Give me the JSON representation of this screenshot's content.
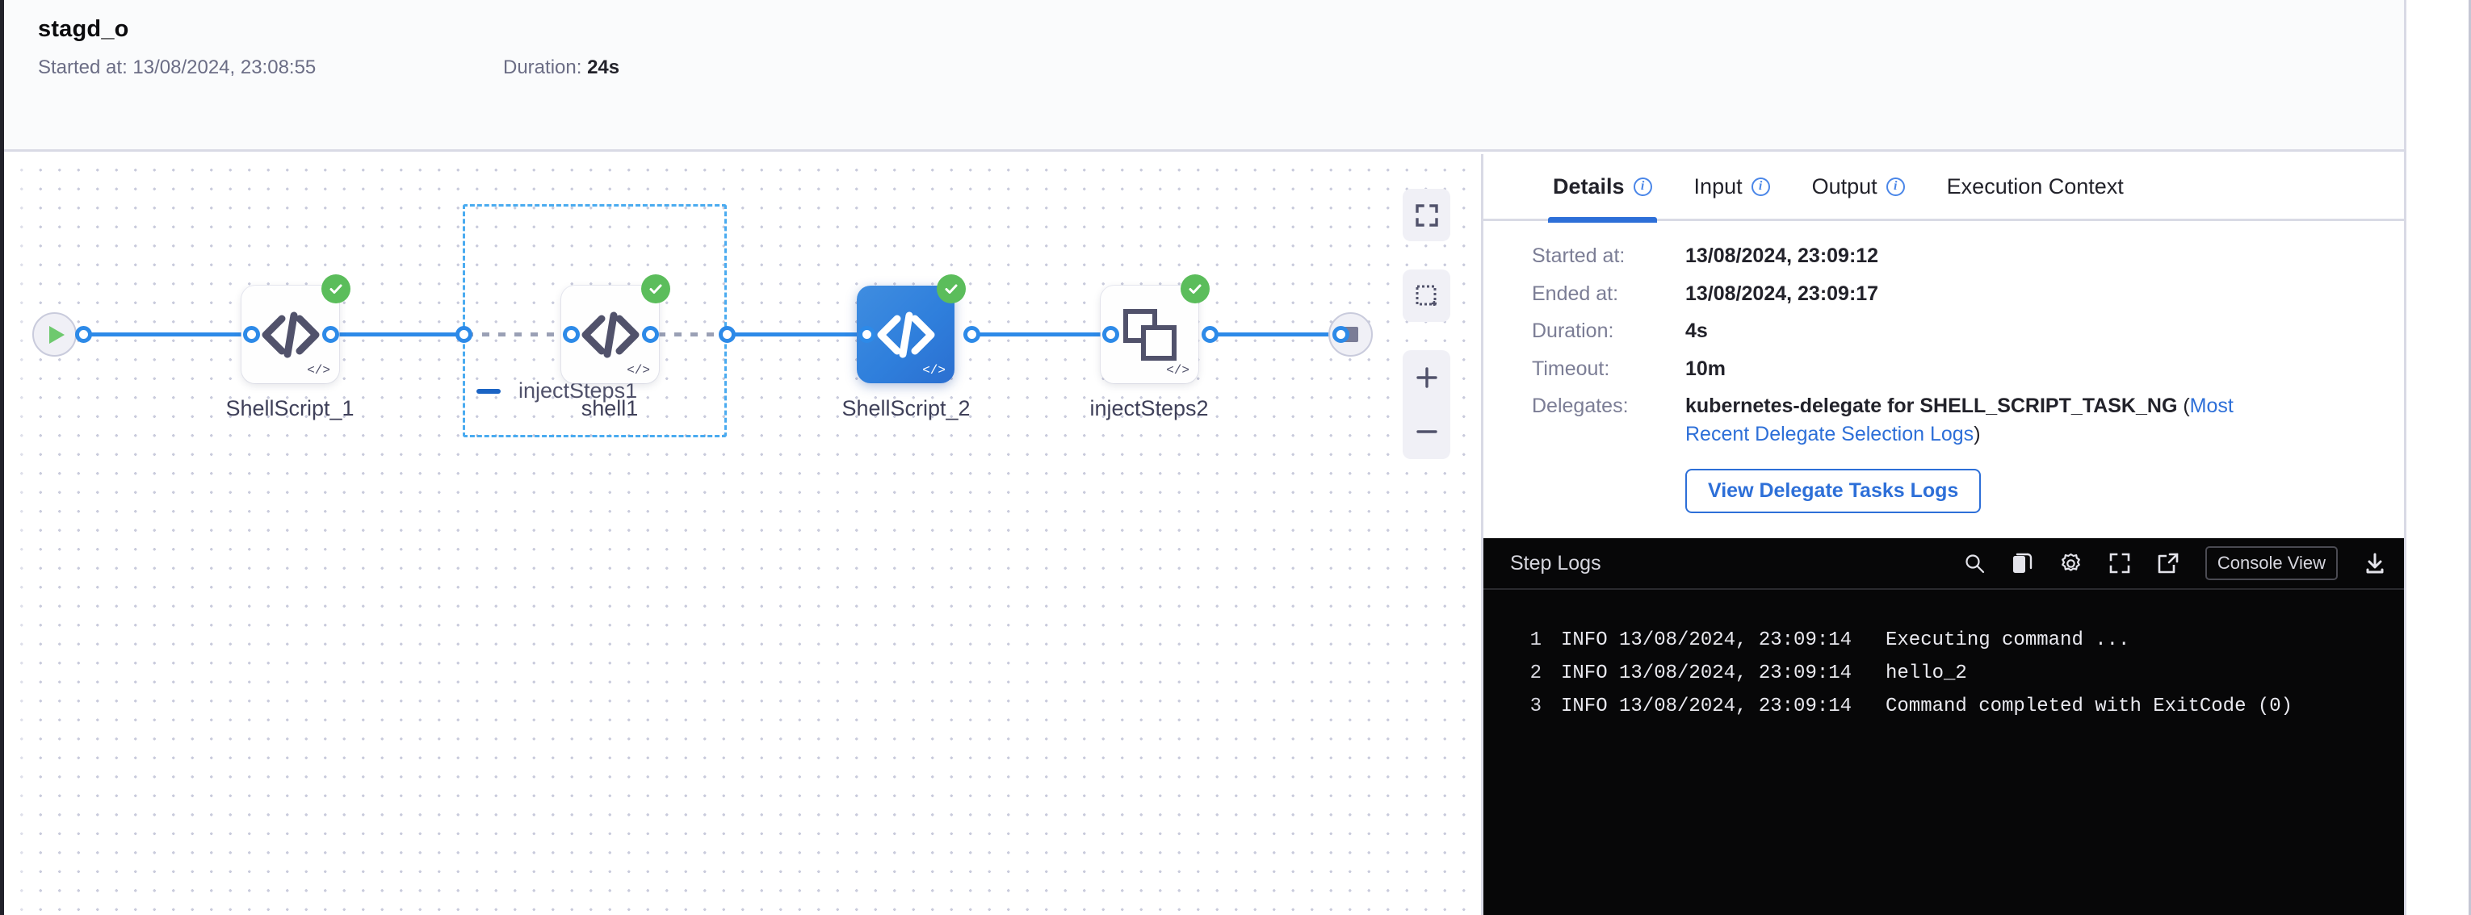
{
  "header": {
    "title": "stagd_o",
    "started_label": "Started at:",
    "started_value": "13/08/2024, 23:08:55",
    "duration_label": "Duration:",
    "duration_value": "24s"
  },
  "graph": {
    "group": {
      "label": "injectSteps1",
      "collapse_icon": "minus-icon"
    },
    "nodes": [
      {
        "id": "start",
        "label": "",
        "icon": "play-icon",
        "status": ""
      },
      {
        "id": "shellscript1",
        "label": "ShellScript_1",
        "icon": "code-icon",
        "status": "success"
      },
      {
        "id": "shell1",
        "label": "shell1",
        "icon": "code-icon",
        "status": "success"
      },
      {
        "id": "shellscript2",
        "label": "ShellScript_2",
        "icon": "code-icon",
        "status": "success"
      },
      {
        "id": "injectsteps2",
        "label": "injectSteps2",
        "icon": "group-icon",
        "status": "success"
      },
      {
        "id": "end",
        "label": "",
        "icon": "stop-icon",
        "status": ""
      }
    ],
    "toolbar": [
      {
        "name": "fit-to-screen-button",
        "icon": "expand-icon"
      },
      {
        "name": "marquee-select-button",
        "icon": "dashed-square-icon"
      },
      {
        "name": "zoom-in-button",
        "icon": "plus-icon"
      },
      {
        "name": "zoom-out-button",
        "icon": "minus-icon"
      }
    ],
    "accent": "#2d8ae8",
    "group_border": "#4aabf0",
    "selected_node": "#2f7fdc",
    "success_color": "#5bbd5b"
  },
  "panel": {
    "tabs": [
      {
        "label": "Details",
        "info": true,
        "active": true
      },
      {
        "label": "Input",
        "info": true,
        "active": false
      },
      {
        "label": "Output",
        "info": true,
        "active": false
      },
      {
        "label": "Execution Context",
        "info": false,
        "active": false
      }
    ],
    "details": {
      "started_label": "Started at:",
      "started_value": "13/08/2024, 23:09:12",
      "ended_label": "Ended at:",
      "ended_value": "13/08/2024, 23:09:17",
      "duration_label": "Duration:",
      "duration_value": "4s",
      "timeout_label": "Timeout:",
      "timeout_value": "10m",
      "delegates_label": "Delegates:",
      "delegates_value": "kubernetes-delegate for SHELL_SCRIPT_TASK_NG ",
      "delegates_paren_open": "(",
      "delegates_link": "Most Recent Delegate Selection Logs",
      "delegates_paren_close": ")",
      "delegate_button": "View Delegate Tasks Logs"
    }
  },
  "console": {
    "title": "Step Logs",
    "console_view_button": "Console View",
    "icons": [
      {
        "name": "search-icon"
      },
      {
        "name": "copy-icon"
      },
      {
        "name": "gear-icon"
      },
      {
        "name": "fullscreen-icon"
      },
      {
        "name": "external-link-icon"
      },
      {
        "name": "download-icon"
      }
    ],
    "lines": [
      {
        "n": "1",
        "level": "INFO",
        "ts": "13/08/2024, 23:09:14",
        "msg": "Executing command ..."
      },
      {
        "n": "2",
        "level": "INFO",
        "ts": "13/08/2024, 23:09:14",
        "msg": "hello_2"
      },
      {
        "n": "3",
        "level": "INFO",
        "ts": "13/08/2024, 23:09:14",
        "msg": "Command completed with ExitCode (0)"
      }
    ]
  }
}
